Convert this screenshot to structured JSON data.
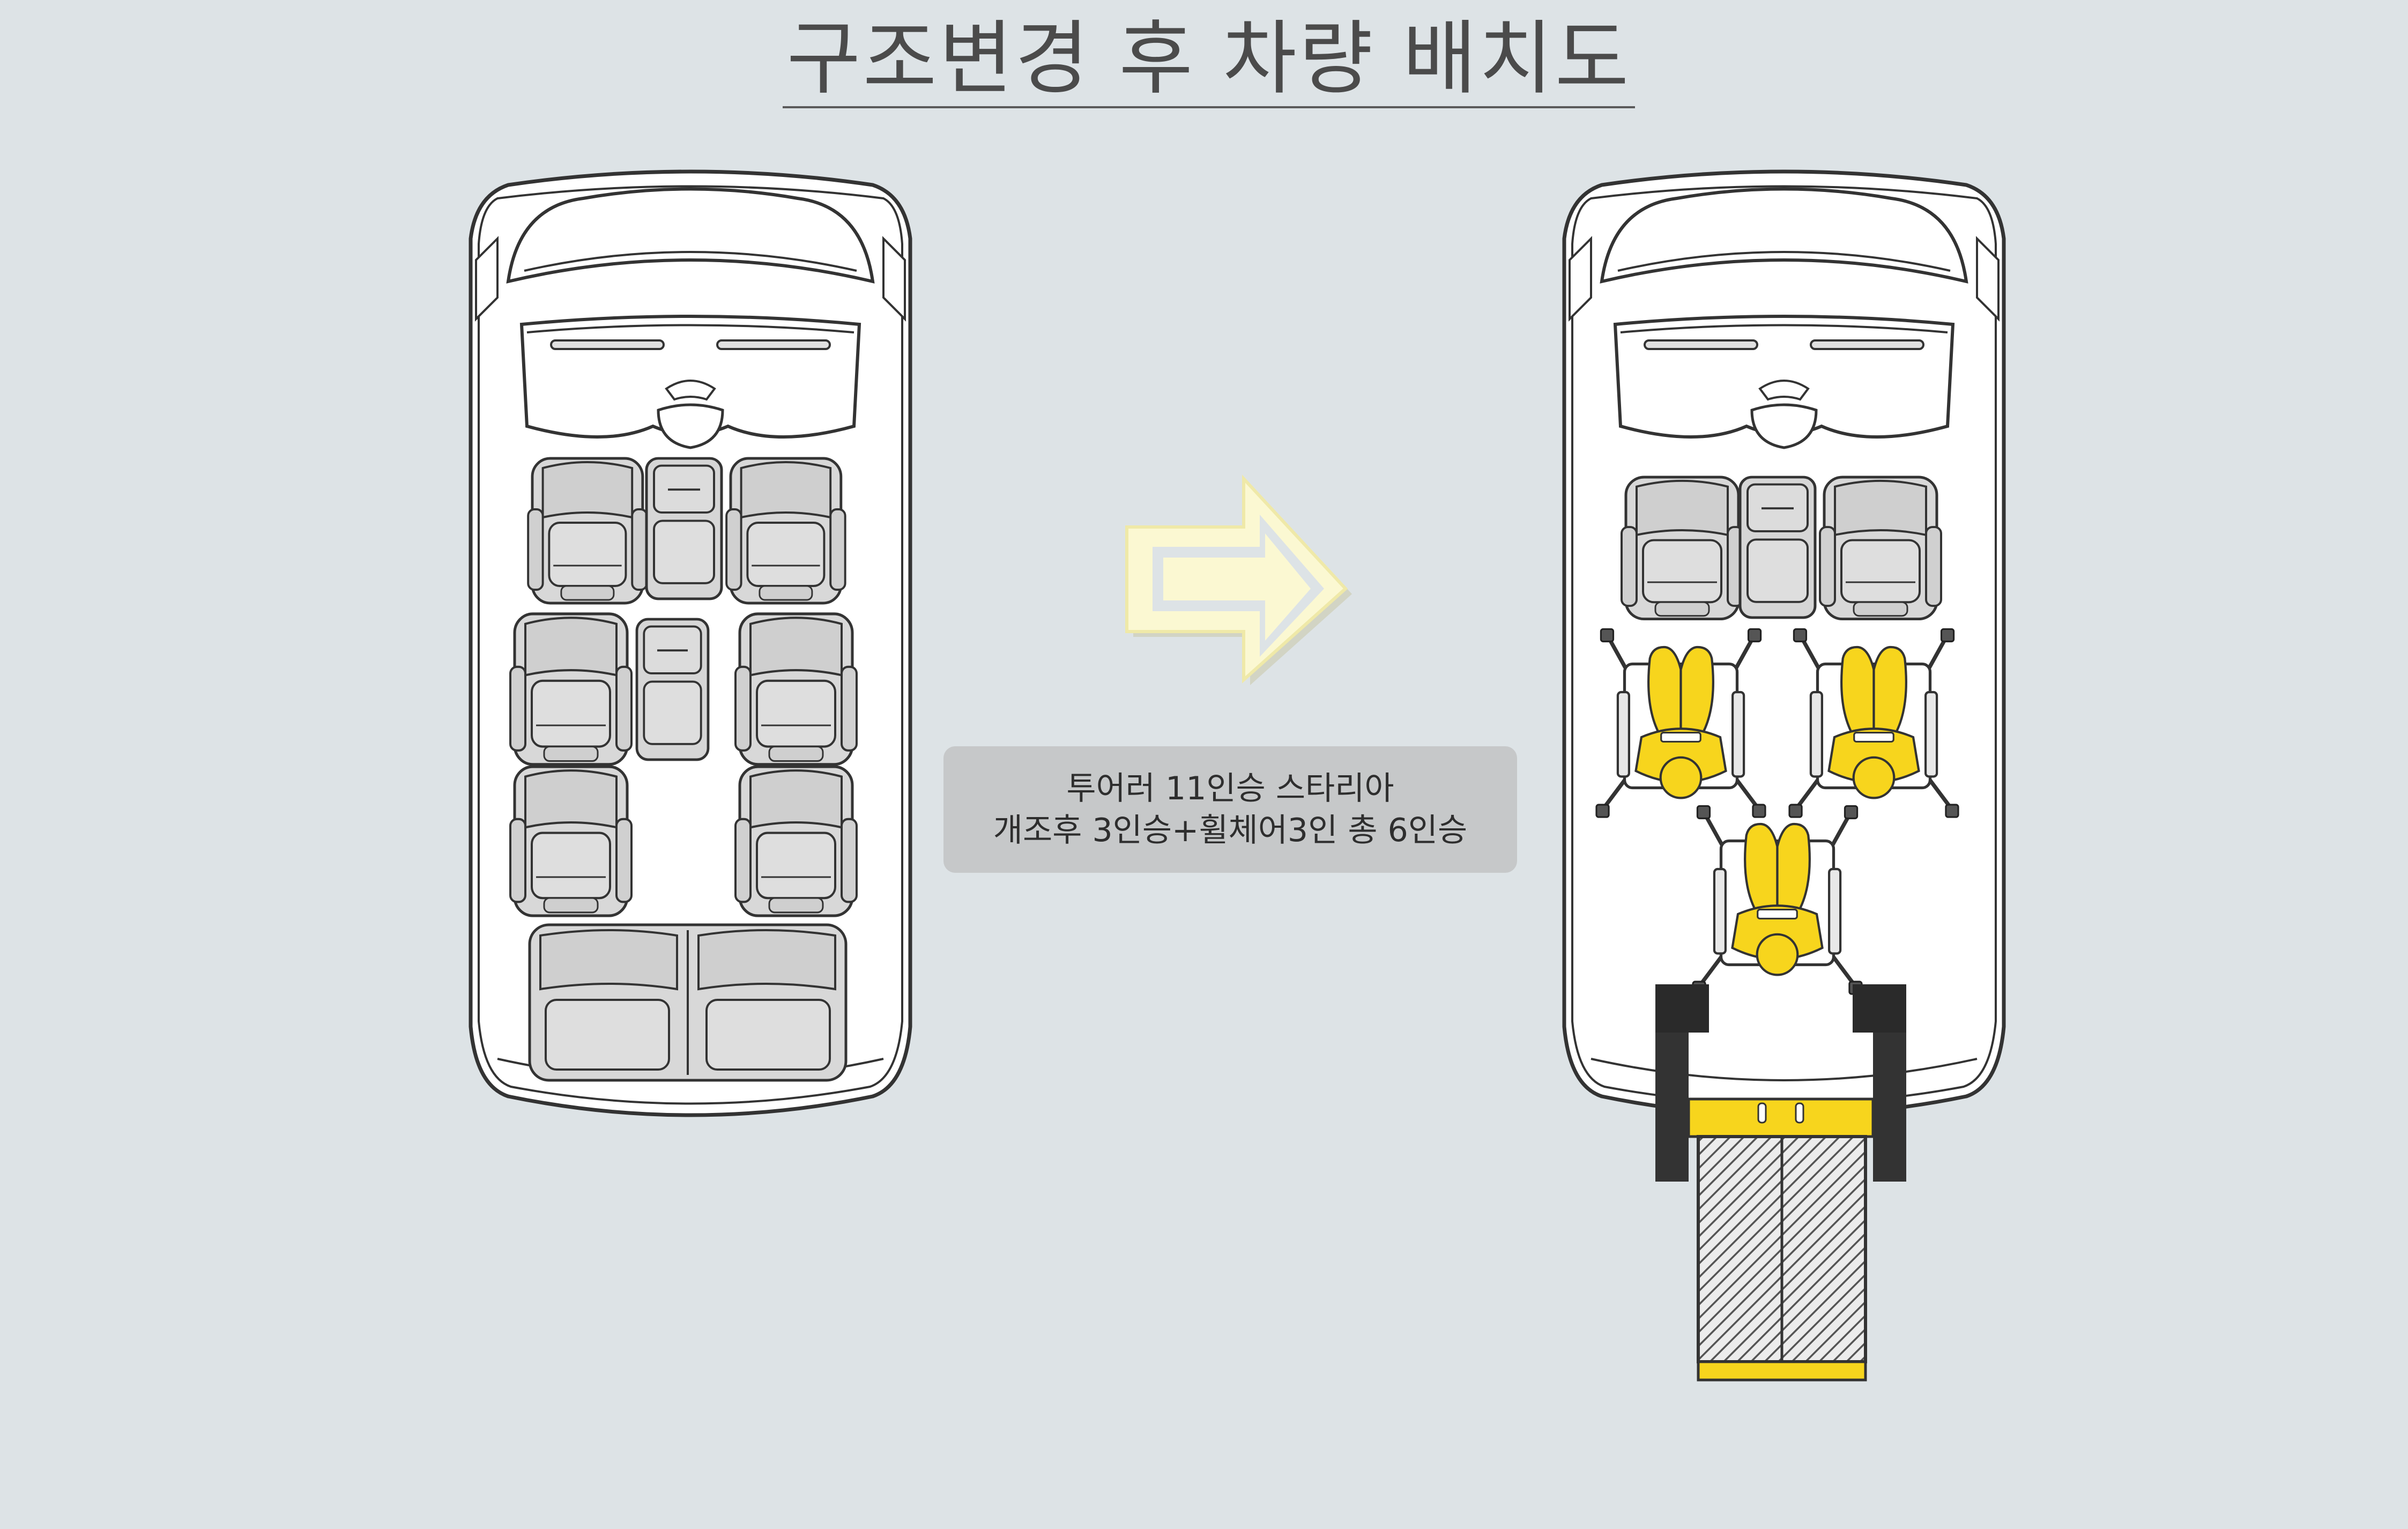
{
  "title": "구조변경 후 차량 배치도",
  "description": {
    "line1": "투어러 11인승 스타리아",
    "line2": "개조후 3인승+휠체어3인 총 6인승"
  },
  "colors": {
    "background": "#dde3e6",
    "seat_fill": "#d6d6d6",
    "outline": "#333333",
    "accent_yellow": "#f7d51d",
    "arrow_fill": "#fbf8d2"
  },
  "before_vehicle": {
    "seats": 11
  },
  "after_vehicle": {
    "seats": 3,
    "wheelchairs": 3,
    "total": 6,
    "lift": "wheelchair ramp lift"
  }
}
